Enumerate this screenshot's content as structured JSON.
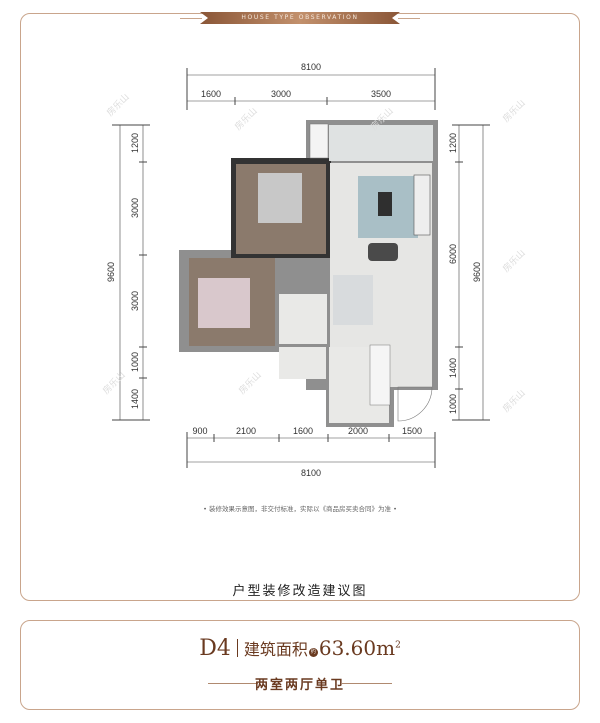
{
  "header": {
    "ribbon_title": "HOUSE TYPE OBSERVATION"
  },
  "watermark": "房乐山",
  "plan": {
    "top_total": "8100",
    "top_segments": [
      "1600",
      "3000",
      "3500"
    ],
    "bottom_segments": [
      "900",
      "2100",
      "1600",
      "2000",
      "1500"
    ],
    "bottom_total": "8100",
    "left_total": "9600",
    "left_segments": [
      "1200",
      "3000",
      "3000",
      "1000",
      "1400"
    ],
    "right_segments": [
      "1200",
      "6000",
      "1400",
      "1000"
    ],
    "right_total": "9600"
  },
  "note": "装修效果示意图，非交付标准，实际以《商品房买卖合同》为准",
  "caption": "户型装修改造建议图",
  "unit_info": {
    "type_code": "D4",
    "area_label": "建筑面积",
    "approx_badge": "约",
    "area_value": "63.60",
    "area_unit": "m",
    "area_unit_sup": "2",
    "layout": "两室两厅单卫"
  },
  "colors": {
    "accent": "#6a3a20",
    "frame": "#c9a58c",
    "wall": "#8f8f8f",
    "floor_tile": "#e6e6e4",
    "wood_floor": "#8b7a6c"
  }
}
